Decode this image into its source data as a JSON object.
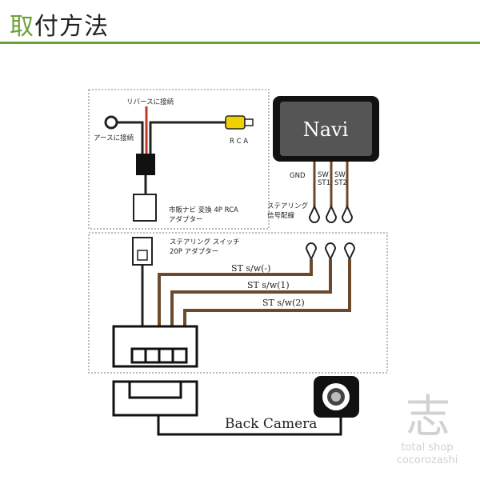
{
  "header": {
    "title_first": "取",
    "title_rest": "付方法"
  },
  "labels": {
    "reverse_connect": "リバースに接続",
    "ground_connect": "アースに接続",
    "rca": "R C A",
    "adapter_line1": "市販ナビ 変換 4P RCA",
    "adapter_line2": "アダプター",
    "navi": "Navi",
    "gnd": "GND",
    "sw_st1_a": "SW",
    "sw_st1_b": "ST1",
    "sw_st2_a": "SW",
    "sw_st2_b": "ST2",
    "steering_signal_line1": "ステアリング",
    "steering_signal_line2": "信号配線",
    "steering_switch_line1": "ステアリング スイッチ",
    "steering_switch_line2": "20P アダプター",
    "st_minus": "ST s/w(-)",
    "st_1": "ST s/w(1)",
    "st_2": "ST s/w(2)",
    "back_camera": "Back Camera"
  },
  "watermark": {
    "kanji": "志",
    "line1": "total shop",
    "line2": "cocorozashi"
  },
  "colors": {
    "accent": "#6aa23b",
    "wire_brown": "#6b4a2b",
    "wire_red": "#c0392b",
    "rca_yellow": "#f0d000",
    "navi_body": "#555555"
  }
}
